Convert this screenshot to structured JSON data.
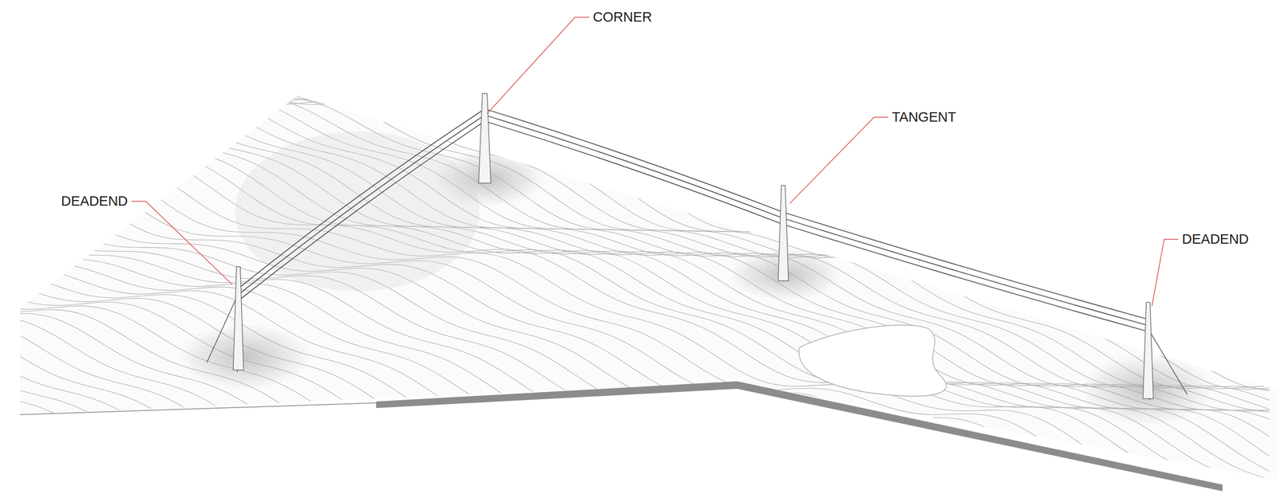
{
  "diagram": {
    "labels": [
      "DEADEND",
      "CORNER",
      "TANGENT",
      "DEADEND"
    ]
  }
}
